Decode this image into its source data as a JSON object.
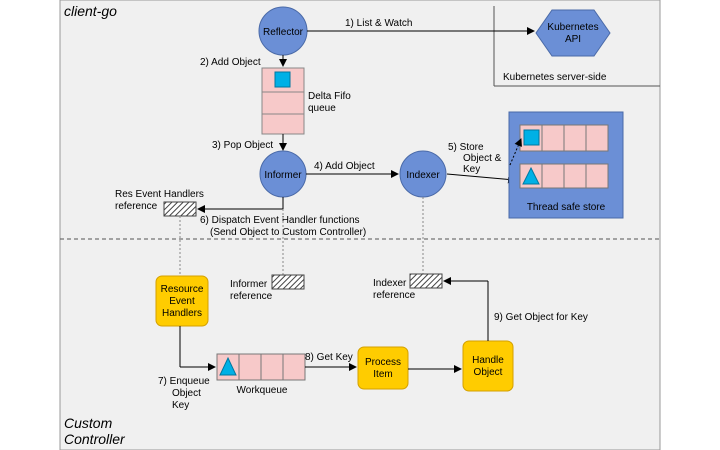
{
  "regions": {
    "top": "client-go",
    "bottom_line1": "Custom",
    "bottom_line2": "Controller",
    "server": "Kubernetes server-side"
  },
  "nodes": {
    "reflector": "Reflector",
    "kube_api_line1": "Kubernetes",
    "kube_api_line2": "API",
    "informer": "Informer",
    "indexer": "Indexer",
    "delta_fifo_line1": "Delta Fifo",
    "delta_fifo_line2": "queue",
    "thread_safe_store": "Thread safe store",
    "resource_handlers_line1": "Resource",
    "resource_handlers_line2": "Event",
    "resource_handlers_line3": "Handlers",
    "process_item_line1": "Process",
    "process_item_line2": "Item",
    "handle_object_line1": "Handle",
    "handle_object_line2": "Object",
    "workqueue": "Workqueue",
    "res_event_ref_line1": "Res Event Handlers",
    "res_event_ref_line2": "reference",
    "informer_ref_line1": "Informer",
    "informer_ref_line2": "reference",
    "indexer_ref_line1": "Indexer",
    "indexer_ref_line2": "reference"
  },
  "steps": {
    "s1": "1) List & Watch",
    "s2": "2) Add Object",
    "s3": "3) Pop Object",
    "s4": "4) Add Object",
    "s5_line1": "5) Store",
    "s5_line2": "Object &",
    "s5_line3": "Key",
    "s6_line1": "6) Dispatch Event Handler functions",
    "s6_line2": "(Send Object to Custom Controller)",
    "s7_line1": "7) Enqueue",
    "s7_line2": "Object",
    "s7_line3": "Key",
    "s8": "8) Get Key",
    "s9": "9) Get Object for Key"
  },
  "colors": {
    "circle": "#6b8fd6",
    "circle_stroke": "#4a6aa8",
    "hexagon": "#6b8fd6",
    "store_bg": "#6b8fd6",
    "queue_cell": "#f7c9c9",
    "cyan": "#00b0e6",
    "yellow_box": "#ffcc00",
    "yellow_stroke": "#d4a000",
    "grey_bg": "#f0f0f0"
  },
  "icons": {
    "square": "cyan-square-icon",
    "triangle": "cyan-triangle-icon",
    "hatched": "hatched-reference-icon"
  }
}
